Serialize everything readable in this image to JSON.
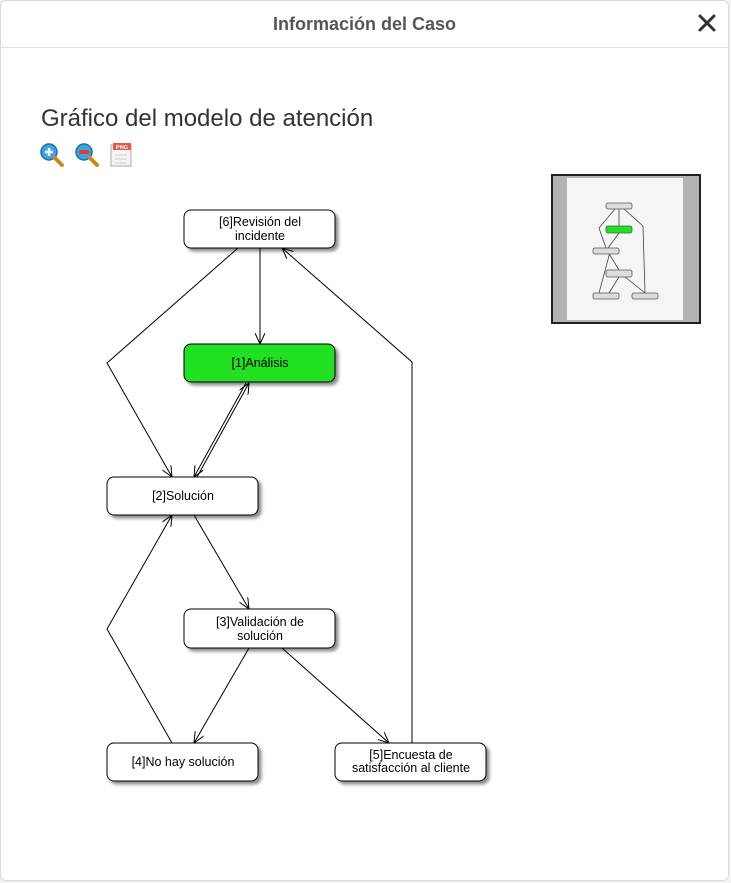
{
  "modal": {
    "title": "Información del Caso",
    "close_icon": "close-icon"
  },
  "section": {
    "title": "Gráfico del modelo de atención"
  },
  "toolbar": {
    "zoom_in_icon": "zoom-in-icon",
    "zoom_out_icon": "zoom-out-icon",
    "export_png_icon": "png-export-icon",
    "export_png_badge": "PNG"
  },
  "graph": {
    "nodes": [
      {
        "id": "6",
        "lines": [
          "[6]Revisión del",
          "incidente"
        ],
        "active": false
      },
      {
        "id": "1",
        "lines": [
          "[1]Análisis"
        ],
        "active": true
      },
      {
        "id": "2",
        "lines": [
          "[2]Solución"
        ],
        "active": false
      },
      {
        "id": "3",
        "lines": [
          "[3]Validación de",
          "solución"
        ],
        "active": false
      },
      {
        "id": "4",
        "lines": [
          "[4]No hay solución"
        ],
        "active": false
      },
      {
        "id": "5",
        "lines": [
          "[5]Encuesta de",
          "satisfacción al cliente"
        ],
        "active": false
      }
    ],
    "colors": {
      "active_node": "#22e022",
      "node": "#ffffff",
      "edge": "#000000"
    }
  }
}
